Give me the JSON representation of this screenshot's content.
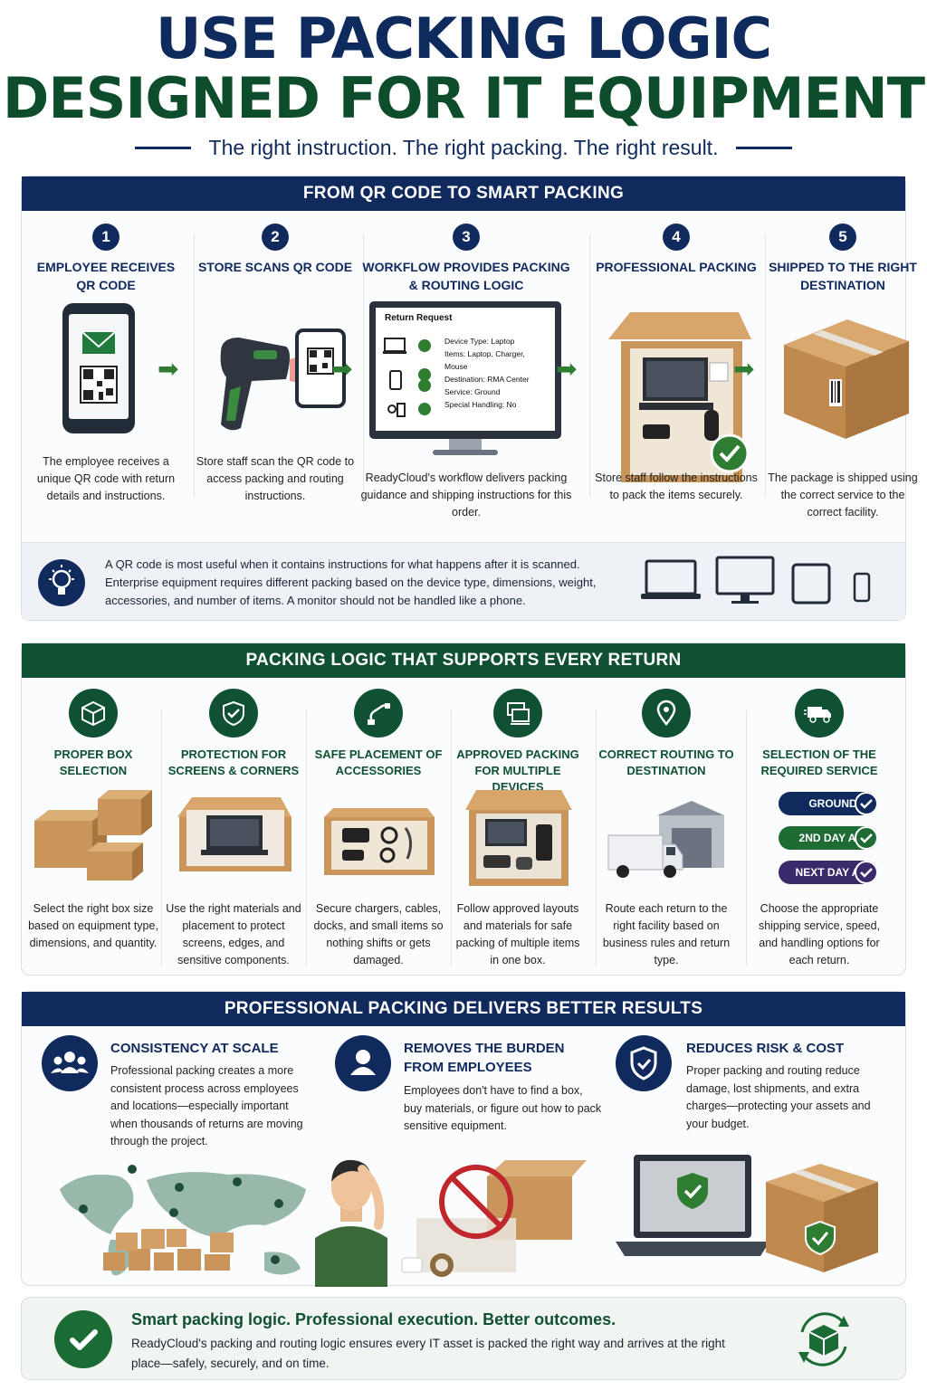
{
  "header": {
    "title_line1": "USE PACKING LOGIC",
    "title_line2": "DESIGNED FOR IT EQUIPMENT",
    "tagline": "The right instruction. The right packing. The right result."
  },
  "section1": {
    "heading": "FROM QR CODE TO SMART PACKING",
    "steps": [
      {
        "num": "1",
        "title": "EMPLOYEE RECEIVES QR CODE",
        "desc": "The employee receives a unique QR code with return details and instructions."
      },
      {
        "num": "2",
        "title": "STORE SCANS QR CODE",
        "desc": "Store staff scan the QR code to access packing and routing instructions."
      },
      {
        "num": "3",
        "title": "WORKFLOW PROVIDES PACKING & ROUTING LOGIC",
        "desc": "ReadyCloud's workflow delivers packing guidance and shipping instructions for this order."
      },
      {
        "num": "4",
        "title": "PROFESSIONAL PACKING",
        "desc": "Store staff follow the instructions to pack the items securely."
      },
      {
        "num": "5",
        "title": "SHIPPED TO THE RIGHT DESTINATION",
        "desc": "The package is shipped using the correct service to the correct facility."
      }
    ],
    "return_request": {
      "title": "Return Request",
      "device_type": "Device Type: Laptop",
      "items": "Items: Laptop, Charger, Mouse",
      "destination": "Destination: RMA Center",
      "service": "Service: Ground",
      "special_handling": "Special Handling: No"
    },
    "tip": "A QR code is most useful when it contains instructions for what happens after it is scanned. Enterprise equipment requires different packing based on the device type, dimensions, weight, accessories, and number of items. A monitor should not be handled like a phone."
  },
  "section2": {
    "heading": "PACKING LOGIC THAT SUPPORTS EVERY RETURN",
    "features": [
      {
        "title": "PROPER BOX SELECTION",
        "desc": "Select the right box size based on equipment type, dimensions, and quantity."
      },
      {
        "title": "PROTECTION FOR SCREENS & CORNERS",
        "desc": "Use the right materials and placement to protect screens, edges, and sensitive components."
      },
      {
        "title": "SAFE PLACEMENT OF ACCESSORIES",
        "desc": "Secure chargers, cables, docks, and small items so nothing shifts or gets damaged."
      },
      {
        "title": "APPROVED PACKING FOR MULTIPLE DEVICES",
        "desc": "Follow approved layouts and materials for safe packing of multiple items in one box."
      },
      {
        "title": "CORRECT ROUTING TO DESTINATION",
        "desc": "Route each return to the right facility based on business rules and return type."
      },
      {
        "title": "SELECTION OF THE REQUIRED SERVICE",
        "desc": "Choose the appropriate shipping service, speed, and handling options for each return."
      }
    ],
    "services": [
      "GROUND",
      "2ND DAY AIR",
      "NEXT DAY AIR"
    ]
  },
  "section3": {
    "heading": "PROFESSIONAL PACKING DELIVERS BETTER RESULTS",
    "results": [
      {
        "title": "CONSISTENCY AT SCALE",
        "desc": "Professional packing creates a more consistent process across employees and locations—especially important when thousands of returns are moving through the project."
      },
      {
        "title": "REMOVES THE BURDEN FROM EMPLOYEES",
        "desc": "Employees don't have to find a box, buy materials, or figure out how to pack sensitive equipment."
      },
      {
        "title": "REDUCES RISK & COST",
        "desc": "Proper packing and routing reduce damage, lost shipments, and extra charges—protecting your assets and your budget."
      }
    ]
  },
  "footer": {
    "headline": "Smart packing logic. Professional execution. Better outcomes.",
    "text": "ReadyCloud's packing and routing logic ensures every IT asset is packed the right way and arrives at the right place—safely, securely, and on time."
  },
  "colors": {
    "navy": "#102a5e",
    "green": "#0f5132",
    "cardboard": "#c9955a",
    "purple": "#3b2a6b"
  }
}
